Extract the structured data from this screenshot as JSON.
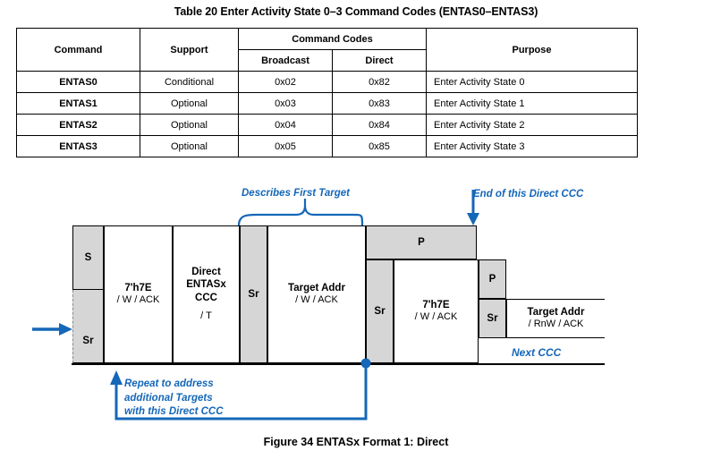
{
  "table": {
    "title": "Table 20 Enter Activity State 0–3 Command Codes (ENTAS0–ENTAS3)",
    "headers": {
      "command": "Command",
      "support": "Support",
      "command_codes": "Command Codes",
      "broadcast": "Broadcast",
      "direct": "Direct",
      "purpose": "Purpose"
    },
    "rows": [
      {
        "command": "ENTAS0",
        "support": "Conditional",
        "broadcast": "0x02",
        "direct": "0x82",
        "purpose": "Enter Activity State 0"
      },
      {
        "command": "ENTAS1",
        "support": "Optional",
        "broadcast": "0x03",
        "direct": "0x83",
        "purpose": "Enter Activity State 1"
      },
      {
        "command": "ENTAS2",
        "support": "Optional",
        "broadcast": "0x04",
        "direct": "0x84",
        "purpose": "Enter Activity State 2"
      },
      {
        "command": "ENTAS3",
        "support": "Optional",
        "broadcast": "0x05",
        "direct": "0x85",
        "purpose": "Enter Activity State 3"
      }
    ]
  },
  "figure": {
    "caption": "Figure 34 ENTASx Format 1: Direct",
    "accent_color": "#1567b8",
    "fill_color": "#d6d6d6",
    "fields": {
      "start": "S",
      "restart": "Sr",
      "stop": "P",
      "broadcast_addr_label": "7'h7E",
      "broadcast_addr_sub": "/ W / ACK",
      "ccc_label_line1": "Direct",
      "ccc_label_line2": "ENTASx",
      "ccc_label_line3": "CCC",
      "ccc_sub": "/ T",
      "target_addr_label": "Target Addr",
      "target_addr_sub_w": "/ W / ACK",
      "target_addr_sub_rnw": "/ RnW / ACK"
    },
    "annotations": {
      "describes_first_target": "Describes First Target",
      "end_of_direct_ccc": "End of this Direct CCC",
      "repeat_note": "Repeat to address\nadditional Targets\nwith this Direct CCC",
      "next_ccc": "Next CCC"
    }
  }
}
